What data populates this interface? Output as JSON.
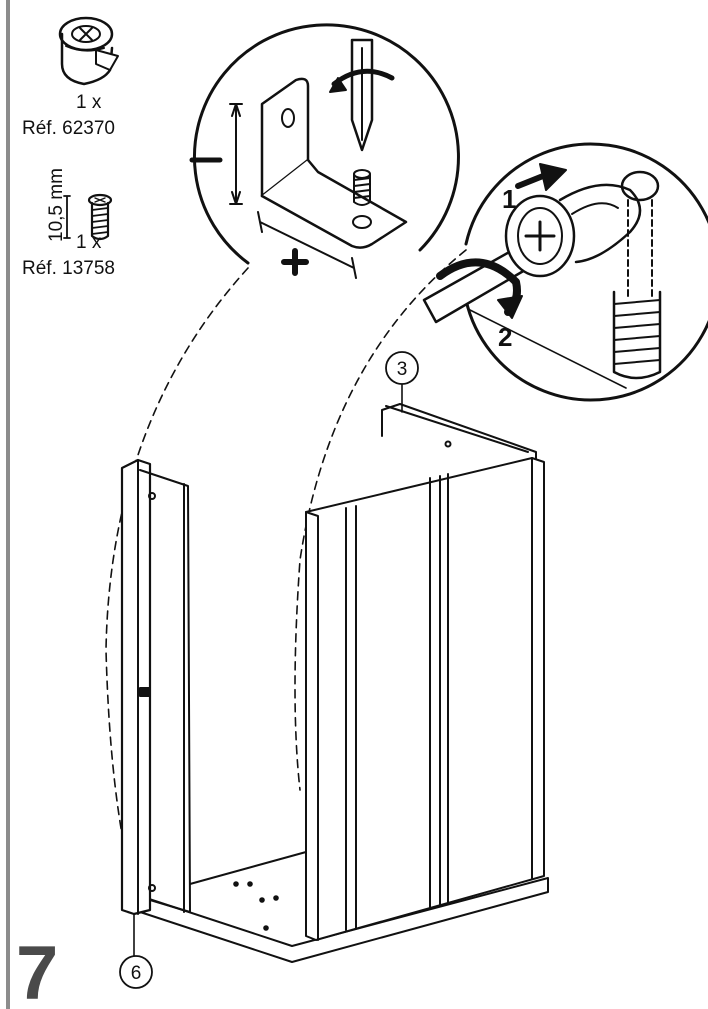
{
  "parts": [
    {
      "qty": "1 x",
      "ref": "Réf. 62370",
      "icon": "cam-lock-icon"
    },
    {
      "qty": "1 x",
      "ref": "Réf. 13758",
      "icon": "screw-insert-icon",
      "length": "10,5 mm"
    }
  ],
  "detail_left": {
    "minus": "−",
    "plus": "+"
  },
  "detail_right": {
    "arrow1": "1",
    "arrow2": "2"
  },
  "callouts": {
    "panel_back": "3",
    "panel_side": "6"
  },
  "step": "7",
  "colors": {
    "line": "#111111",
    "rule": "#8c8c8c",
    "step": "#4a4a4a"
  }
}
